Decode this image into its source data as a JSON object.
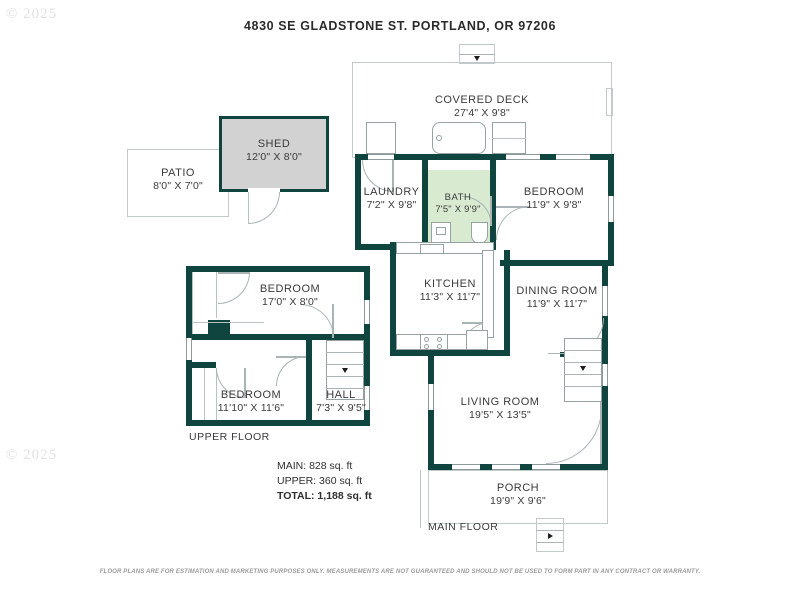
{
  "header": {
    "title": "4830 SE GLADSTONE ST. PORTLAND, OR 97206"
  },
  "watermark": {
    "top": "© 2025",
    "middle": "© 2025"
  },
  "floors": [
    {
      "key": "upper",
      "label": "UPPER FLOOR"
    },
    {
      "key": "main",
      "label": "MAIN FLOOR"
    }
  ],
  "floor_labels": {
    "upper": "UPPER FLOOR",
    "main": "MAIN FLOOR"
  },
  "rooms": {
    "patio": {
      "name": "PATIO",
      "dims": "8'0\" X 7'0\""
    },
    "shed": {
      "name": "SHED",
      "dims": "12'0\" X 8'0\""
    },
    "covered_deck": {
      "name": "COVERED DECK",
      "dims": "27'4\" X 9'8\""
    },
    "laundry": {
      "name": "LAUNDRY",
      "dims": "7'2\" X 9'8\""
    },
    "bath": {
      "name": "BATH",
      "dims": "7'5\" X 9'9\""
    },
    "bedroom_main": {
      "name": "BEDROOM",
      "dims": "11'9\" X 9'8\""
    },
    "kitchen": {
      "name": "KITCHEN",
      "dims": "11'3\" X 11'7\""
    },
    "dining_room": {
      "name": "DINING ROOM",
      "dims": "11'9\" X 11'7\""
    },
    "living_room": {
      "name": "LIVING ROOM",
      "dims": "19'5\" X 13'5\""
    },
    "porch": {
      "name": "PORCH",
      "dims": "19'9\" X 9'6\""
    },
    "bedroom_upper_1": {
      "name": "BEDROOM",
      "dims": "17'0\" X 8'0\""
    },
    "bedroom_upper_2": {
      "name": "BEDROOM",
      "dims": "11'10\" X 11'6\""
    },
    "hall": {
      "name": "HALL",
      "dims": "7'3\" X 9'5\""
    }
  },
  "areas": {
    "main": "MAIN: 828 sq. ft",
    "upper": "UPPER: 360 sq. ft",
    "total": "TOTAL: 1,188 sq. ft"
  },
  "disclaimer": "FLOOR PLANS ARE FOR ESTIMATION AND MARKETING PURPOSES ONLY. MEASUREMENTS ARE NOT GUARANTEED AND SHOULD NOT BE USED TO FORM PART IN ANY CONTRACT OR WARRANTY.",
  "colors": {
    "wall": "#10443f",
    "bath_fill": "#d8ead0",
    "shed_fill": "#d2d2d2",
    "thin_line": "#b9c2c2",
    "text": "#3b3b3b",
    "watermark": "#e2e2e2"
  }
}
